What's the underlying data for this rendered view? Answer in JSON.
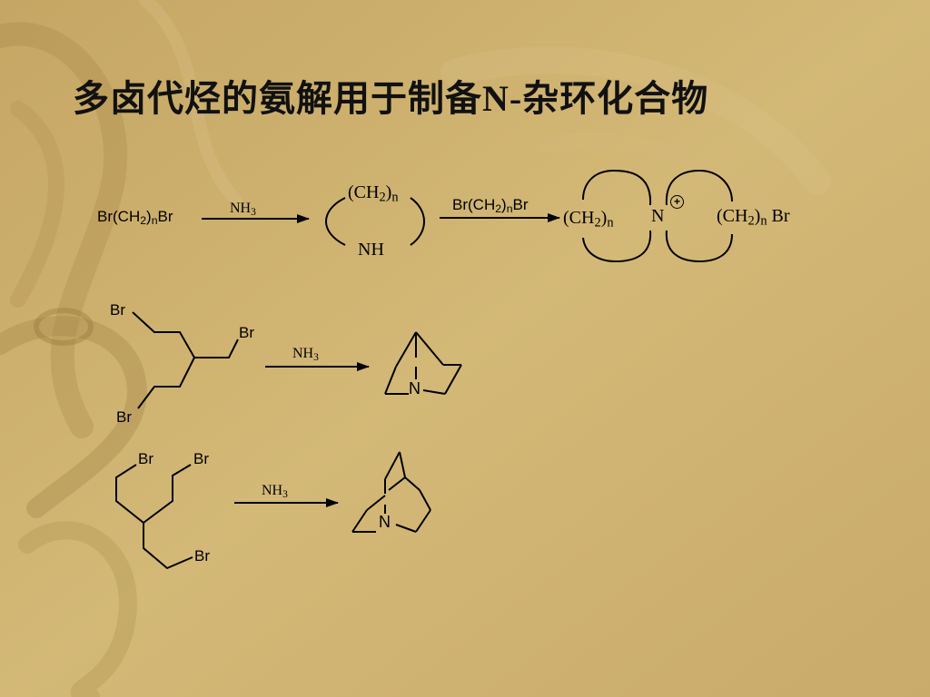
{
  "slide": {
    "title_cn": "多卤代烃的氨解用于制备",
    "title_n": "N-",
    "title_cn2": "杂环化合物"
  },
  "reaction1": {
    "reactant": {
      "pre": "Br(CH",
      "sub": "2",
      "mid": ")",
      "n": "n",
      "post": "Br"
    },
    "reagent1": {
      "main": "NH",
      "sub": "3"
    },
    "ring_top": {
      "main": "(CH",
      "sub": "2",
      "close": ")",
      "n": "n"
    },
    "ring_nh": "NH",
    "reagent2": {
      "pre": "Br(CH",
      "sub": "2",
      "mid": ")",
      "n": "n",
      "post": "Br"
    },
    "prod_left": {
      "main": "(CH",
      "sub": "2",
      "close": ")",
      "n": "n"
    },
    "prod_n": "N",
    "prod_charge": "+",
    "prod_right": {
      "main": "(CH",
      "sub": "2",
      "close": ")",
      "n": "n",
      "post": "Br"
    }
  },
  "reaction2": {
    "br1": "Br",
    "br2": "Br",
    "br3": "Br",
    "reagent": {
      "main": "NH",
      "sub": "3"
    },
    "product_n": "N"
  },
  "reaction3": {
    "br1": "Br",
    "br2": "Br",
    "br3": "Br",
    "reagent": {
      "main": "NH",
      "sub": "3"
    },
    "product_n": "N"
  }
}
